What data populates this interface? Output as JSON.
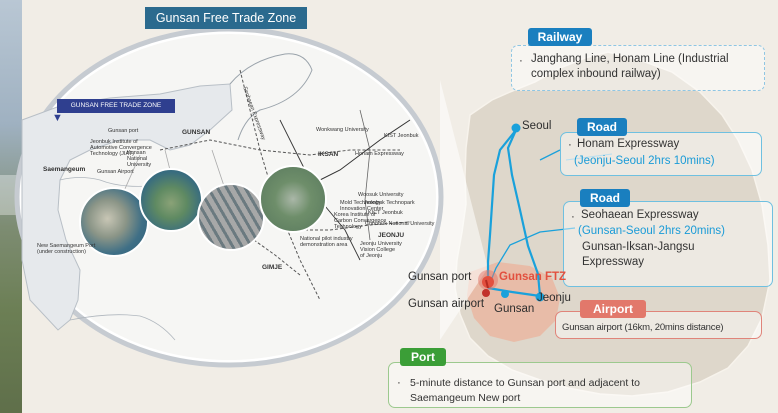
{
  "title": "Gunsan Free Trade Zone",
  "inset": {
    "ftz_tag": "GUNSAN FREE TRADE ZONE",
    "labels": {
      "gunsan_port": "Gunsan port",
      "jeonbuk_institute": "Jeonbuk Institute of\nAutomotive Convergence\nTechnology (JIAT)",
      "kunsan_univ": "Kunsan\nNational\nUniversity",
      "gunsan_airport": "Gunsan Airport",
      "saemangeum": "Saemangeum",
      "new_port": "New Saemangeum Port\n(under construction)",
      "gunsan": "GUNSAN",
      "iksan": "IKSAN",
      "jeonju": "JEONJU",
      "gimje": "GIMJE",
      "honam_expressway": "Honam Expressway",
      "wonkwang": "Wonkwang University",
      "kist": "KIST Jeonbuk",
      "woosuk": "Woosuk University",
      "jeonbuk_techno": "Jeonbuk Technopark",
      "mold_tech": "Mold Technology\nInnovation Center",
      "kict": "KICT Jeonbuk",
      "kiost": "Korea Institute of\nCarbon Convergence\nTechnology",
      "chonbuk": "Chonbuk National University",
      "national_pilot": "National pilot industry\ndemonstration area",
      "jeonju_univ": "Jeonju University\nVision College\nof Jeonju",
      "seohaean_exp": "Seohaean Expressway"
    }
  },
  "railway": {
    "tag": "Railway",
    "text": "Janghang Line, Honam Line (Industrial\ncomplex inbound railway)",
    "color": "#1a7fbf"
  },
  "road1": {
    "tag": "Road",
    "line1": "Honam Expressway",
    "line2": "(Jeonju-Seoul 2hrs 10mins)",
    "color": "#1a7fbf"
  },
  "road2": {
    "tag": "Road",
    "line1": "Seohaean Expressway",
    "line2": "(Gunsan-Seoul 2hrs 20mins)",
    "line3": "Gunsan-Iksan-Jangsu\nExpressway",
    "color": "#1a7fbf"
  },
  "airport": {
    "tag": "Airport",
    "text": "Gunsan airport (16km, 20mins distance)",
    "color": "#e2786b"
  },
  "port": {
    "tag": "Port",
    "text": "5-minute distance to Gunsan port and adjacent to\nSaemangeum New port",
    "color": "#3b9e37"
  },
  "map": {
    "seoul": "Seoul",
    "gunsan_port": "Gunsan port",
    "gunsan_ftz": "Gunsan FTZ",
    "gunsan_airport": "Gunsan airport",
    "gunsan": "Gunsan",
    "jeonju": "Jeonju"
  }
}
